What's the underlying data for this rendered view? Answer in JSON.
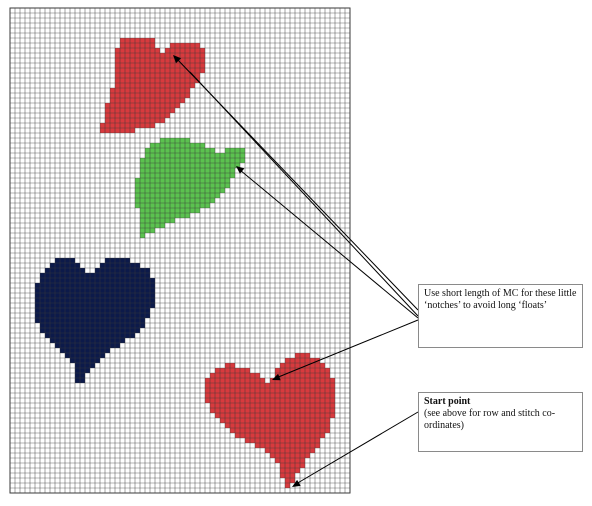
{
  "chart": {
    "grid_cols": 68,
    "grid_rows": 97,
    "colors": {
      "grid_background": "#ffffff",
      "grid_line": "#3a3a3a",
      "red": "#d83a3e",
      "green": "#5bc24f",
      "navy": "#0c1a4a",
      "pointer": "#000000"
    },
    "motifs": [
      {
        "name": "red-heart-top",
        "color": "red"
      },
      {
        "name": "green-heart",
        "color": "green"
      },
      {
        "name": "navy-heart",
        "color": "navy"
      },
      {
        "name": "red-heart-bottom",
        "color": "red"
      }
    ]
  },
  "callouts": {
    "notches": {
      "text": "Use short length of MC for these little ‘notches’ to avoid long ‘floats’"
    },
    "start_point": {
      "title": "Start point",
      "text": "(see above for row and stitch co-ordinates)"
    }
  }
}
